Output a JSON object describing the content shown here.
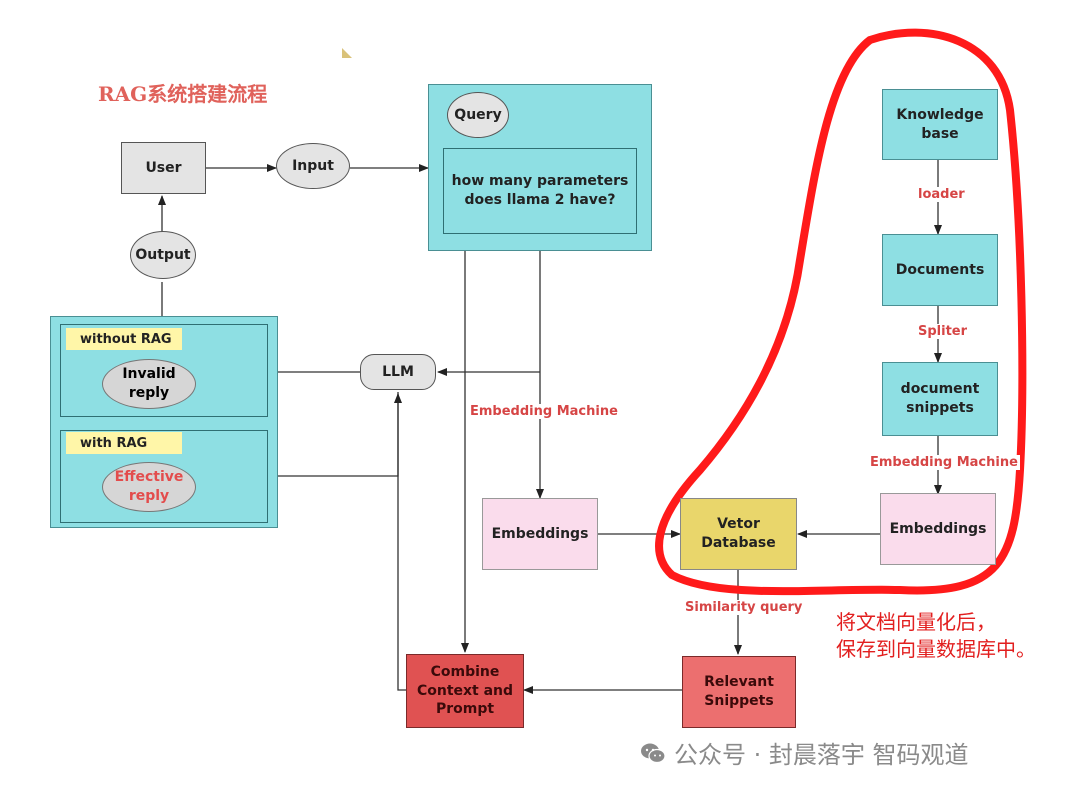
{
  "title": "RAG系统搭建流程",
  "nodes": {
    "query_bubble": "Query",
    "question": "how many parameters\ndoes llama 2 have?",
    "user": "User",
    "input": "Input",
    "output": "Output",
    "without_rag": "without RAG",
    "invalid_reply": "Invalid\nreply",
    "with_rag": "with RAG",
    "effective_reply": "Effective\nreply",
    "llm": "LLM",
    "embeddings_left": "Embeddings",
    "vector_db": "Vetor\nDatabase",
    "embeddings_right": "Embeddings",
    "knowledge_base": "Knowledge\nbase",
    "documents": "Documents",
    "document_snippets": "document\nsnippets",
    "relevant_snippets": "Relevant\nSnippets",
    "combine": "Combine\nContext and\nPrompt"
  },
  "edge_labels": {
    "loader": "loader",
    "spliter": "Spliter",
    "embedding_machine_right": "Embedding Machine",
    "embedding_machine_left": "Embedding Machine",
    "similarity_query": "Similarity query"
  },
  "annotation": "将文档向量化后，\n保存到向量数据库中。",
  "watermark": "公众号 · 封晨落宇 智码观道",
  "colors": {
    "cyan": "#8edfe3",
    "grey": "#e4e4e4",
    "pink": "#fadcec",
    "yellow": "#e9d66b",
    "red": "#e05252",
    "salmon": "#ec6f6f",
    "label_red": "#d64545",
    "highlight_red": "#ff1a1a"
  }
}
